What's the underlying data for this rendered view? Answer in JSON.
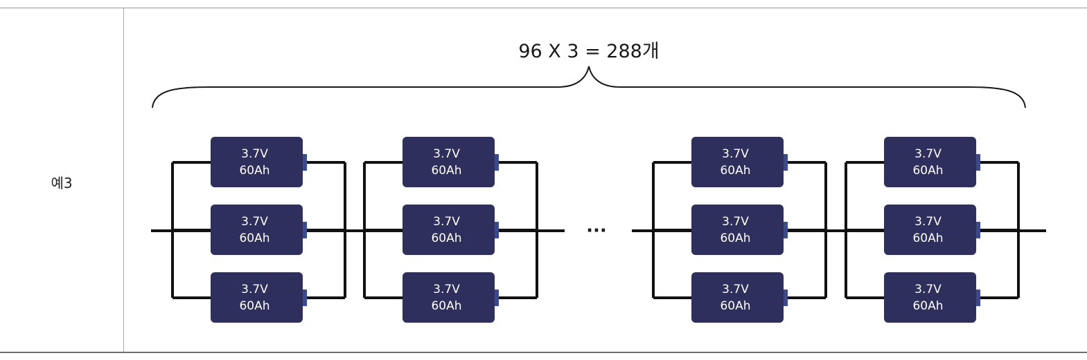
{
  "row_label": "예3",
  "formula": "96 X 3 = 288개",
  "ellipsis": "···",
  "cell": {
    "voltage": "3.7V",
    "capacity": "60Ah",
    "fill_color": "#2e2f5c",
    "terminal_color": "#3a4b8c"
  },
  "groups": [
    {
      "cells": [
        {
          "voltage": "3.7V",
          "capacity": "60Ah"
        },
        {
          "voltage": "3.7V",
          "capacity": "60Ah"
        },
        {
          "voltage": "3.7V",
          "capacity": "60Ah"
        }
      ]
    },
    {
      "cells": [
        {
          "voltage": "3.7V",
          "capacity": "60Ah"
        },
        {
          "voltage": "3.7V",
          "capacity": "60Ah"
        },
        {
          "voltage": "3.7V",
          "capacity": "60Ah"
        }
      ]
    },
    {
      "cells": [
        {
          "voltage": "3.7V",
          "capacity": "60Ah"
        },
        {
          "voltage": "3.7V",
          "capacity": "60Ah"
        },
        {
          "voltage": "3.7V",
          "capacity": "60Ah"
        }
      ]
    },
    {
      "cells": [
        {
          "voltage": "3.7V",
          "capacity": "60Ah"
        },
        {
          "voltage": "3.7V",
          "capacity": "60Ah"
        },
        {
          "voltage": "3.7V",
          "capacity": "60Ah"
        }
      ]
    }
  ]
}
